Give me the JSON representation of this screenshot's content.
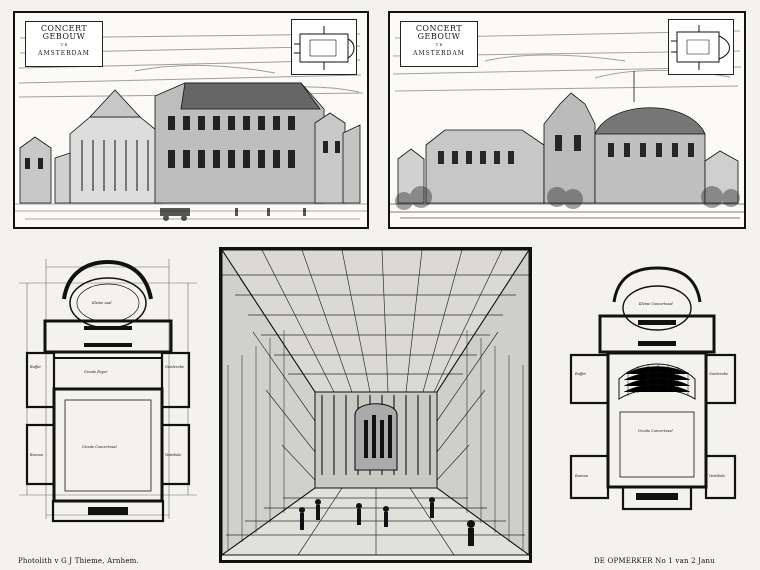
{
  "captions": {
    "left": {
      "title": "CONCERT GEBOUW",
      "small": "T E",
      "city": "AMSTERDAM"
    },
    "right": {
      "title": "CONCERT GEBOUW",
      "small": "T E",
      "city": "AMSTERDAM"
    }
  },
  "plans": {
    "left": {
      "top_room": "Kleine zaal",
      "middle_room": "Groote Foyer",
      "main_room": "Groote Concertzaal",
      "side_rooms": [
        "Buffet",
        "Garderobe",
        "Bureau",
        "Vestibule"
      ]
    },
    "right": {
      "top_room": "Kleine Concertzaal",
      "hall": "Groote Concertzaal",
      "side_rooms": [
        "Buffet",
        "Garderobe",
        "Bureau",
        "Vestibule"
      ]
    }
  },
  "footer": {
    "credit_left": "Photolith v G J Thieme, Arnhem.",
    "credit_right": "DE OPMERKER No 1 van 2 Janu"
  }
}
